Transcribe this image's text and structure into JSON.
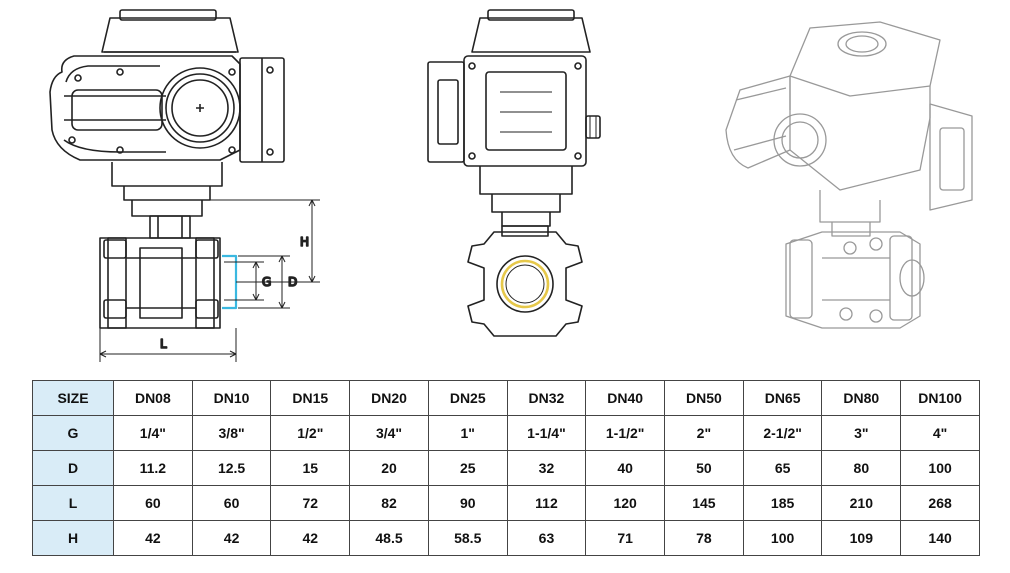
{
  "dimension_labels": {
    "H": "H",
    "G": "G",
    "D": "D",
    "L": "L"
  },
  "table": {
    "columns": [
      "SIZE",
      "DN08",
      "DN10",
      "DN15",
      "DN20",
      "DN25",
      "DN32",
      "DN40",
      "DN50",
      "DN65",
      "DN80",
      "DN100"
    ],
    "rows": [
      {
        "label": "G",
        "values": [
          "1/4\"",
          "3/8\"",
          "1/2\"",
          "3/4\"",
          "1\"",
          "1-1/4\"",
          "1-1/2\"",
          "2\"",
          "2-1/2\"",
          "3\"",
          "4\""
        ]
      },
      {
        "label": "D",
        "values": [
          "11.2",
          "12.5",
          "15",
          "20",
          "25",
          "32",
          "40",
          "50",
          "65",
          "80",
          "100"
        ]
      },
      {
        "label": "L",
        "values": [
          "60",
          "60",
          "72",
          "82",
          "90",
          "112",
          "120",
          "145",
          "185",
          "210",
          "268"
        ]
      },
      {
        "label": "H",
        "values": [
          "42",
          "42",
          "42",
          "48.5",
          "58.5",
          "63",
          "71",
          "78",
          "100",
          "109",
          "140"
        ]
      }
    ]
  },
  "colors": {
    "header_fill": "#d9ecf7",
    "highlight_cyan": "#3ab8e0",
    "bore_yellow": "#e6c84a",
    "line": "#222222"
  }
}
